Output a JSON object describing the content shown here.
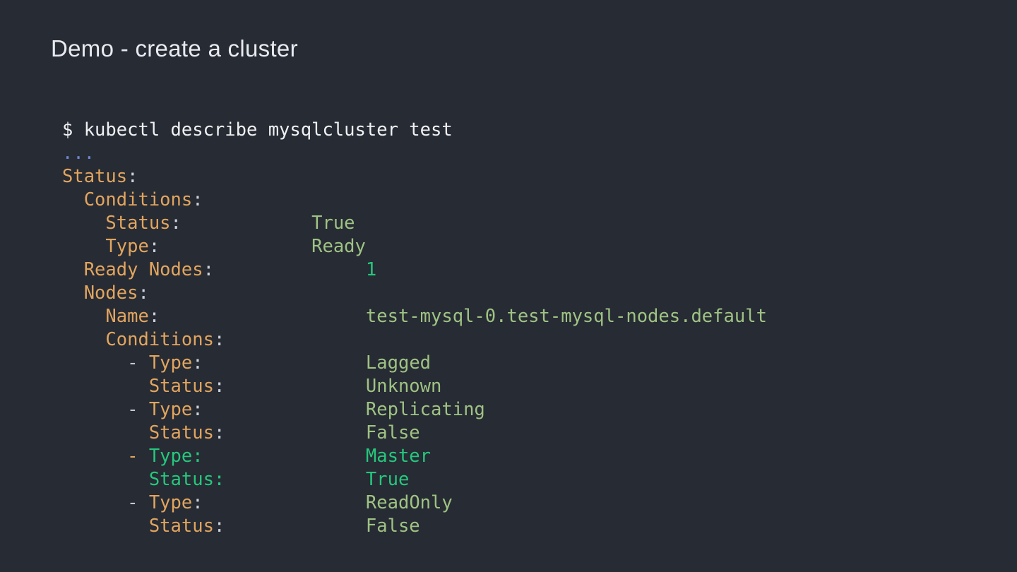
{
  "slide": {
    "title": "Demo - create a cluster"
  },
  "colors": {
    "bg": "#272b34",
    "title": "#e8eaef",
    "plain": "#f0f1f3",
    "blue": "#6e86d0",
    "key": "#e2a55e",
    "punct": "#ccd2dd",
    "value": "#9fc383",
    "hl": "#25c87d",
    "dash": "#c3c8d2"
  },
  "terminal": {
    "command": "$ kubectl describe mysqlcluster test",
    "lines": [
      {
        "name": "command",
        "segments": [
          {
            "style": "plain",
            "text": "$ kubectl describe mysqlcluster test"
          }
        ]
      },
      {
        "name": "ellipsis",
        "segments": [
          {
            "style": "blue",
            "text": "..."
          }
        ]
      },
      {
        "name": "status-root",
        "segments": [
          {
            "style": "key",
            "text": "Status"
          },
          {
            "style": "punct",
            "text": ":"
          }
        ]
      },
      {
        "name": "conditions",
        "segments": [
          {
            "style": "key",
            "text": "  Conditions"
          },
          {
            "style": "punct",
            "text": ":"
          }
        ]
      },
      {
        "name": "condition-status",
        "segments": [
          {
            "style": "key",
            "text": "    Status"
          },
          {
            "style": "punct",
            "text": ":"
          },
          {
            "style": "gap",
            "text": "            "
          },
          {
            "style": "value",
            "text": "True"
          }
        ]
      },
      {
        "name": "condition-type",
        "segments": [
          {
            "style": "key",
            "text": "    Type"
          },
          {
            "style": "punct",
            "text": ":"
          },
          {
            "style": "gap",
            "text": "              "
          },
          {
            "style": "value",
            "text": "Ready"
          }
        ]
      },
      {
        "name": "ready-nodes",
        "segments": [
          {
            "style": "key",
            "text": "  Ready Nodes"
          },
          {
            "style": "punct",
            "text": ":"
          },
          {
            "style": "gap",
            "text": "              "
          },
          {
            "style": "hl",
            "text": "1"
          }
        ]
      },
      {
        "name": "nodes",
        "segments": [
          {
            "style": "key",
            "text": "  Nodes"
          },
          {
            "style": "punct",
            "text": ":"
          }
        ]
      },
      {
        "name": "node-name",
        "segments": [
          {
            "style": "key",
            "text": "    Name"
          },
          {
            "style": "punct",
            "text": ":"
          },
          {
            "style": "gap",
            "text": "                   "
          },
          {
            "style": "value",
            "text": "test-mysql-0.test-mysql-nodes.default"
          }
        ]
      },
      {
        "name": "node-conditions",
        "segments": [
          {
            "style": "key",
            "text": "    Conditions"
          },
          {
            "style": "punct",
            "text": ":"
          }
        ]
      },
      {
        "name": "node-cond-type-lagged",
        "segments": [
          {
            "style": "dash",
            "text": "      - "
          },
          {
            "style": "key",
            "text": "Type"
          },
          {
            "style": "punct",
            "text": ":"
          },
          {
            "style": "gap",
            "text": "               "
          },
          {
            "style": "value",
            "text": "Lagged"
          }
        ]
      },
      {
        "name": "node-cond-status-lagged",
        "segments": [
          {
            "style": "key",
            "text": "        Status"
          },
          {
            "style": "punct",
            "text": ":"
          },
          {
            "style": "gap",
            "text": "             "
          },
          {
            "style": "value",
            "text": "Unknown"
          }
        ]
      },
      {
        "name": "node-cond-type-replicating",
        "segments": [
          {
            "style": "dash",
            "text": "      - "
          },
          {
            "style": "key",
            "text": "Type"
          },
          {
            "style": "punct",
            "text": ":"
          },
          {
            "style": "gap",
            "text": "               "
          },
          {
            "style": "value",
            "text": "Replicating"
          }
        ]
      },
      {
        "name": "node-cond-status-replicating",
        "segments": [
          {
            "style": "key",
            "text": "        Status"
          },
          {
            "style": "punct",
            "text": ":"
          },
          {
            "style": "gap",
            "text": "             "
          },
          {
            "style": "value",
            "text": "False"
          }
        ]
      },
      {
        "name": "node-cond-type-master",
        "segments": [
          {
            "style": "dash-orange",
            "text": "      - "
          },
          {
            "style": "hl",
            "text": "Type:"
          },
          {
            "style": "gap",
            "text": "               "
          },
          {
            "style": "hl",
            "text": "Master"
          }
        ]
      },
      {
        "name": "node-cond-status-master",
        "segments": [
          {
            "style": "hl",
            "text": "        Status:"
          },
          {
            "style": "gap",
            "text": "             "
          },
          {
            "style": "hl",
            "text": "True"
          }
        ]
      },
      {
        "name": "node-cond-type-readonly",
        "segments": [
          {
            "style": "dash",
            "text": "      - "
          },
          {
            "style": "key",
            "text": "Type"
          },
          {
            "style": "punct",
            "text": ":"
          },
          {
            "style": "gap",
            "text": "               "
          },
          {
            "style": "value",
            "text": "ReadOnly"
          }
        ]
      },
      {
        "name": "node-cond-status-readonly",
        "segments": [
          {
            "style": "key",
            "text": "        Status"
          },
          {
            "style": "punct",
            "text": ":"
          },
          {
            "style": "gap",
            "text": "             "
          },
          {
            "style": "value",
            "text": "False"
          }
        ]
      }
    ]
  }
}
